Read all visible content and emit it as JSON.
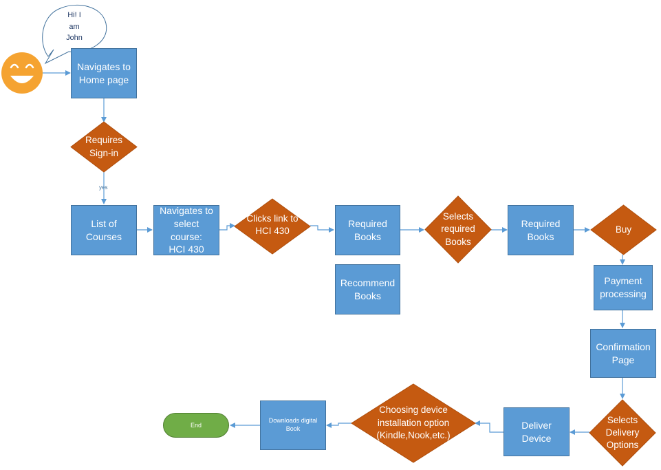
{
  "actor": {
    "name": "smiley-face",
    "speech": [
      "Hi! I",
      "am",
      "John"
    ]
  },
  "nodes": {
    "home": [
      "Navigates to",
      "Home page"
    ],
    "signin": [
      "Requires",
      "Sign-in"
    ],
    "courses": [
      "List of",
      "Courses"
    ],
    "select_course": [
      "Navigates to",
      "select course:",
      "HCI 430"
    ],
    "clicks_link": [
      "Clicks link to",
      "HCI 430"
    ],
    "required_books_1": [
      "Required",
      "Books"
    ],
    "recommend_books": [
      "Recommend",
      "Books"
    ],
    "selects_required": [
      "Selects",
      "required",
      "Books"
    ],
    "required_books_2": [
      "Required",
      "Books"
    ],
    "buy": [
      "Buy"
    ],
    "payment": [
      "Payment",
      "processing"
    ],
    "confirmation": [
      "Confirmation",
      "Page"
    ],
    "delivery_options": [
      "Selects",
      "Delivery",
      "Options"
    ],
    "deliver_device": [
      "Deliver",
      "Device"
    ],
    "device_install": [
      "Choosing device",
      "installation option",
      "(Kindle,Nook,etc.)"
    ],
    "downloads": [
      "Downloads digital",
      "Book"
    ],
    "end": [
      "End"
    ]
  },
  "edge_labels": {
    "signin_yes": "yes"
  },
  "colors": {
    "process_fill": "#5b9bd5",
    "process_border": "#41719c",
    "decision_fill": "#c55a11",
    "terminal_fill": "#70ad47",
    "actor_fill": "#f5a331",
    "connector": "#5b9bd5"
  }
}
